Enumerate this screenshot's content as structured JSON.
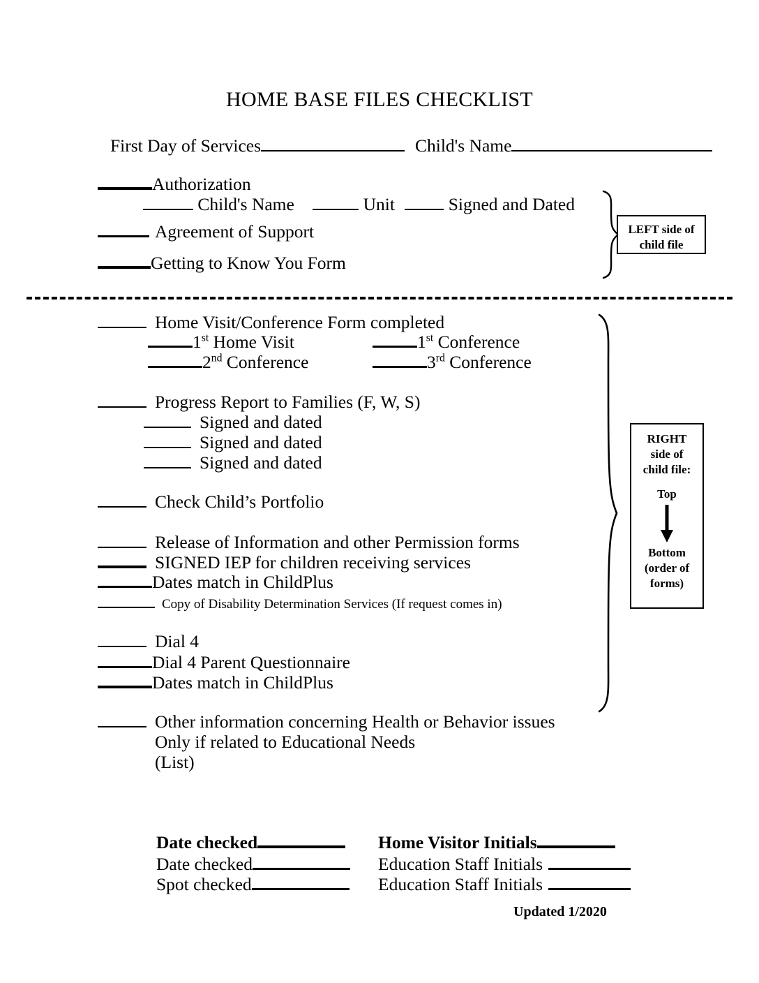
{
  "document": {
    "title": "HOME BASE FILES CHECKLIST",
    "header_fields": [
      {
        "label": "First Day of Services",
        "value": ""
      },
      {
        "label": "Child's Name",
        "value": ""
      }
    ],
    "left_section": {
      "callout": {
        "line1": "LEFT side of",
        "line2": "child file"
      },
      "items": [
        {
          "label": "Authorization"
        },
        {
          "label": "Child's Name"
        },
        {
          "label": "Unit"
        },
        {
          "label": "Signed and Dated"
        },
        {
          "label": "Agreement of Support"
        },
        {
          "label": "Getting to Know You Form"
        }
      ]
    },
    "right_section": {
      "callout": {
        "line1": "RIGHT",
        "line2": "side of",
        "line3": "child file:",
        "top": "Top",
        "bottom1": "Bottom",
        "bottom2": "(order of",
        "bottom3": "forms)"
      },
      "items": [
        {
          "label": "Home Visit/Conference Form completed"
        },
        {
          "label": "1st Home Visit",
          "ordinal": "1",
          "ordinal_suffix": "st",
          "rest": " Home Visit"
        },
        {
          "label": "1st Conference",
          "ordinal": "1",
          "ordinal_suffix": "st",
          "rest": " Conference"
        },
        {
          "label": "2nd Conference",
          "ordinal": "2",
          "ordinal_suffix": "nd",
          "rest": " Conference"
        },
        {
          "label": "3rd Conference",
          "ordinal": "3",
          "ordinal_suffix": "rd",
          "rest": " Conference"
        },
        {
          "label": "Progress Report to Families (F, W, S)"
        },
        {
          "label": "Signed and dated"
        },
        {
          "label": "Signed and dated"
        },
        {
          "label": "Signed and dated"
        },
        {
          "label": "Check Child’s Portfolio"
        },
        {
          "label": "Release of Information and other Permission forms"
        },
        {
          "label": "SIGNED IEP for children receiving services"
        },
        {
          "label": "Dates match in ChildPlus"
        },
        {
          "label": "Copy of Disability Determination Services (If request comes in)"
        },
        {
          "label": "Dial 4"
        },
        {
          "label": "Dial 4 Parent Questionnaire"
        },
        {
          "label": "Dates match in ChildPlus"
        },
        {
          "label": "Other information concerning Health or Behavior issues"
        },
        {
          "label": "Only if related to Educational Needs"
        },
        {
          "label": "(List)"
        }
      ]
    },
    "footer": {
      "rows": [
        {
          "left": "Date checked",
          "right": "Home Visitor Initials"
        },
        {
          "left": "Date checked",
          "right": "Education Staff Initials"
        },
        {
          "left": "Spot checked",
          "right": "Education Staff Initials"
        }
      ],
      "updated": "Updated 1/2020"
    }
  }
}
